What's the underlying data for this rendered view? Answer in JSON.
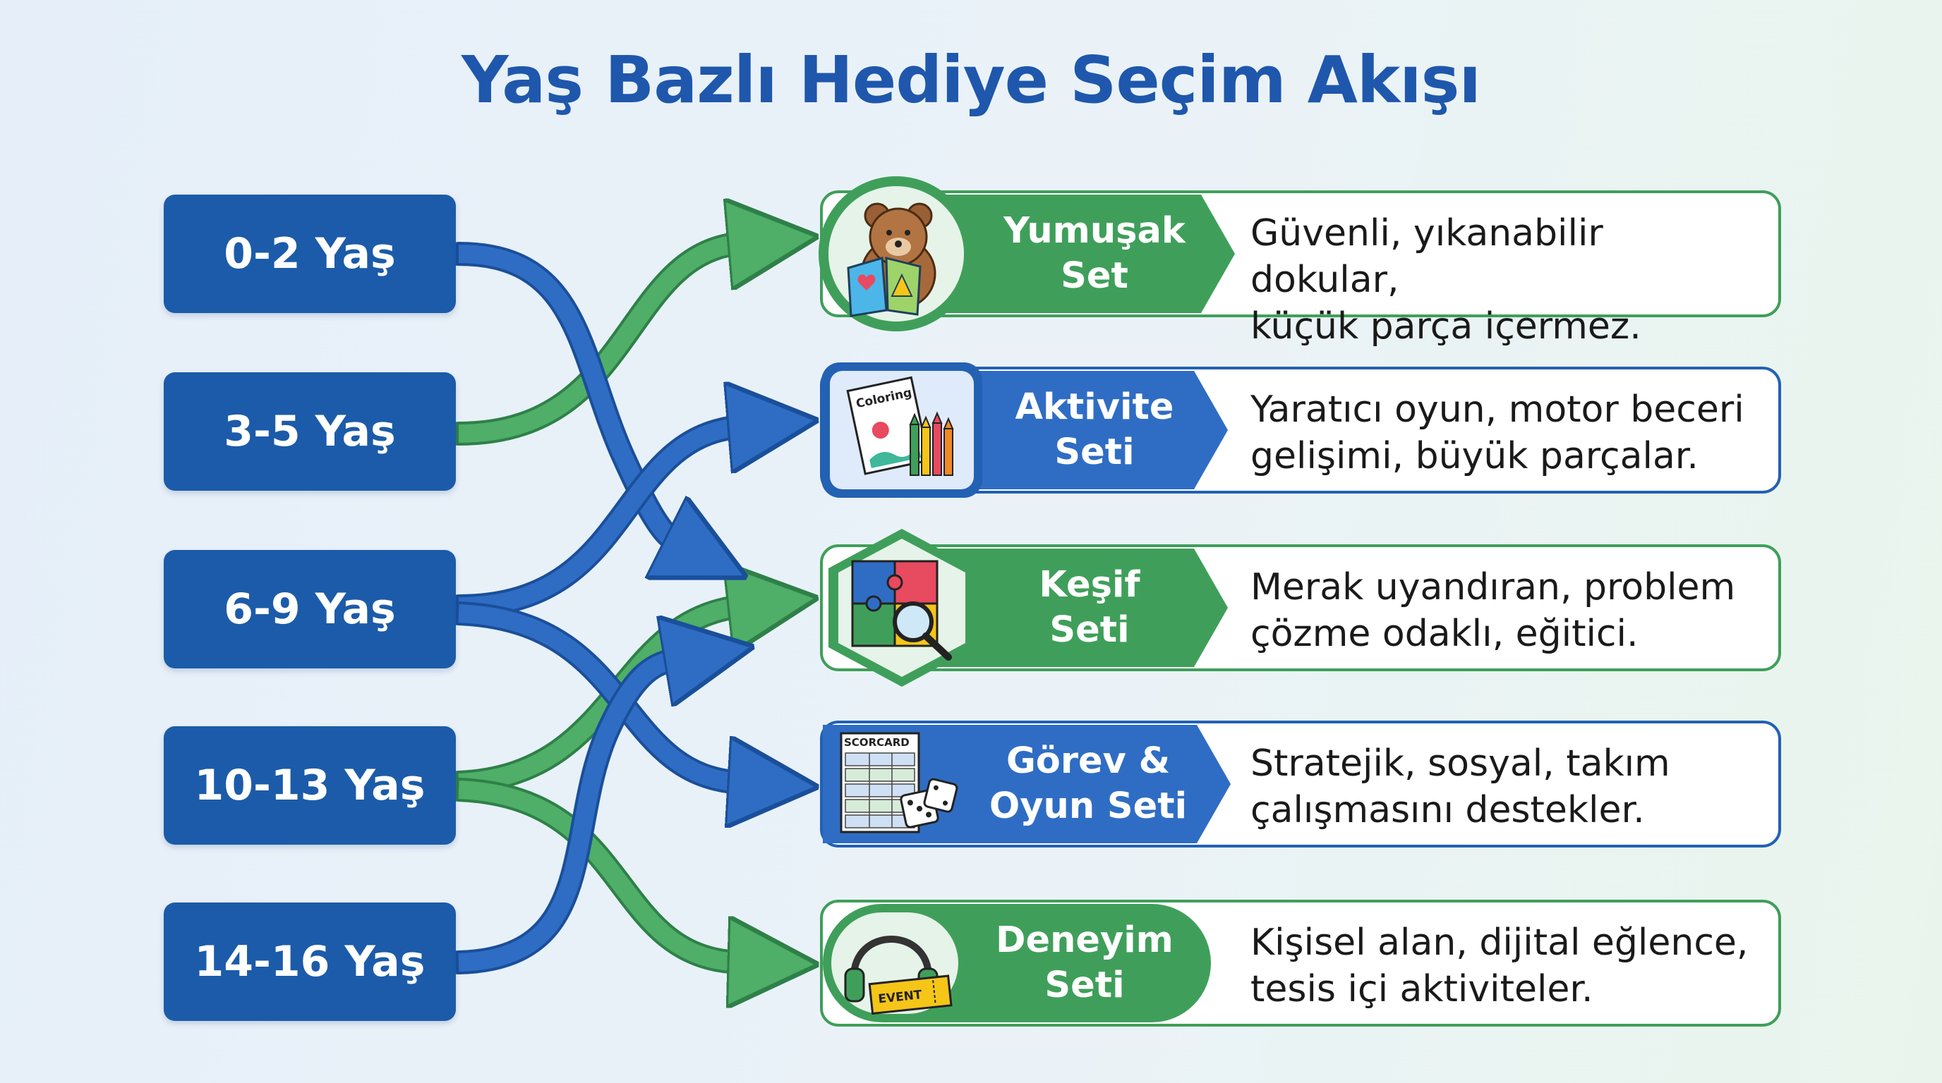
{
  "title": "Yaş Bazlı Hediye Seçim Akışı",
  "ages": [
    "0-2 Yaş",
    "3-5 Yaş",
    "6-9 Yaş",
    "10-13 Yaş",
    "14-16 Yaş"
  ],
  "sets": [
    {
      "line1": "Yumuşak",
      "line2": "Set",
      "desc1": "Güvenli, yıkanabilir dokular,",
      "desc2": "küçük parça içermez.",
      "color": "#3f9f5a",
      "icon": "teddy-bear-icon"
    },
    {
      "line1": "Aktivite",
      "line2": "Seti",
      "desc1": "Yaratıcı oyun, motor beceri",
      "desc2": "gelişimi, büyük parçalar.",
      "color": "#2361b3",
      "icon": "coloring-book-icon",
      "icon_text": "Coloring"
    },
    {
      "line1": "Keşif",
      "line2": "Seti",
      "desc1": "Merak uyandıran, problem",
      "desc2": "çözme odaklı, eğitici.",
      "color": "#3f9f5a",
      "icon": "puzzle-magnifier-icon"
    },
    {
      "line1": "Görev &",
      "line2": "Oyun Seti",
      "desc1": "Stratejik, sosyal, takım",
      "desc2": "çalışmasını destekler.",
      "color": "#2361b3",
      "icon": "scorecard-dice-icon",
      "icon_text": "SCORCARD"
    },
    {
      "line1": "Deneyim",
      "line2": "Seti",
      "desc1": "Kişisel alan, dijital eğlence,",
      "desc2": "tesis içi aktiviteler.",
      "color": "#3f9f5a",
      "icon": "headphones-ticket-icon",
      "icon_text": "EVENT"
    }
  ],
  "colors": {
    "blue": "#2361b3",
    "green": "#3f9f5a",
    "title": "#1e57ac"
  }
}
